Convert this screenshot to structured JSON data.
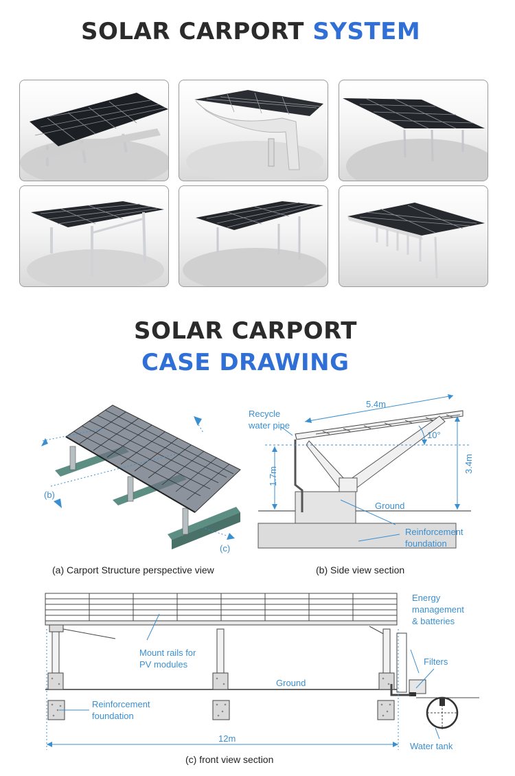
{
  "header": {
    "title_dark": "SOLAR CARPORT",
    "title_blue": "SYSTEM"
  },
  "section2": {
    "line1": "SOLAR CARPORT",
    "line2": "CASE DRAWING"
  },
  "gallery": {
    "tiles": [
      "carport-photo-1",
      "carport-photo-2",
      "carport-photo-3",
      "carport-photo-4",
      "carport-photo-5",
      "carport-photo-6"
    ]
  },
  "drawing_a": {
    "caption": "(a) Carport Structure perspective view",
    "label_b": "(b)",
    "label_c": "(c)"
  },
  "drawing_b": {
    "caption": "(b) Side view section",
    "recycle_line1": "Recycle",
    "recycle_line2": "water pipe",
    "dim_length": "5.4m",
    "dim_angle": "10°",
    "dim_h1": "1.7m",
    "dim_h2": "3.4m",
    "ground": "Ground",
    "reinf_line1": "Reinforcement",
    "reinf_line2": "foundation"
  },
  "drawing_c": {
    "caption": "(c) front view section",
    "energy_line1": "Energy",
    "energy_line2": "management",
    "energy_line3": "& batteries",
    "rails_line1": "Mount rails for",
    "rails_line2": "PV modules",
    "filters": "Filters",
    "ground": "Ground",
    "reinf_line1": "Reinforcement",
    "reinf_line2": "foundation",
    "dim_width": "12m",
    "water_tank": "Water tank"
  },
  "colors": {
    "blue": "#2f6fd6",
    "label_blue": "#3a8fd0",
    "dark": "#2b2b2b"
  }
}
